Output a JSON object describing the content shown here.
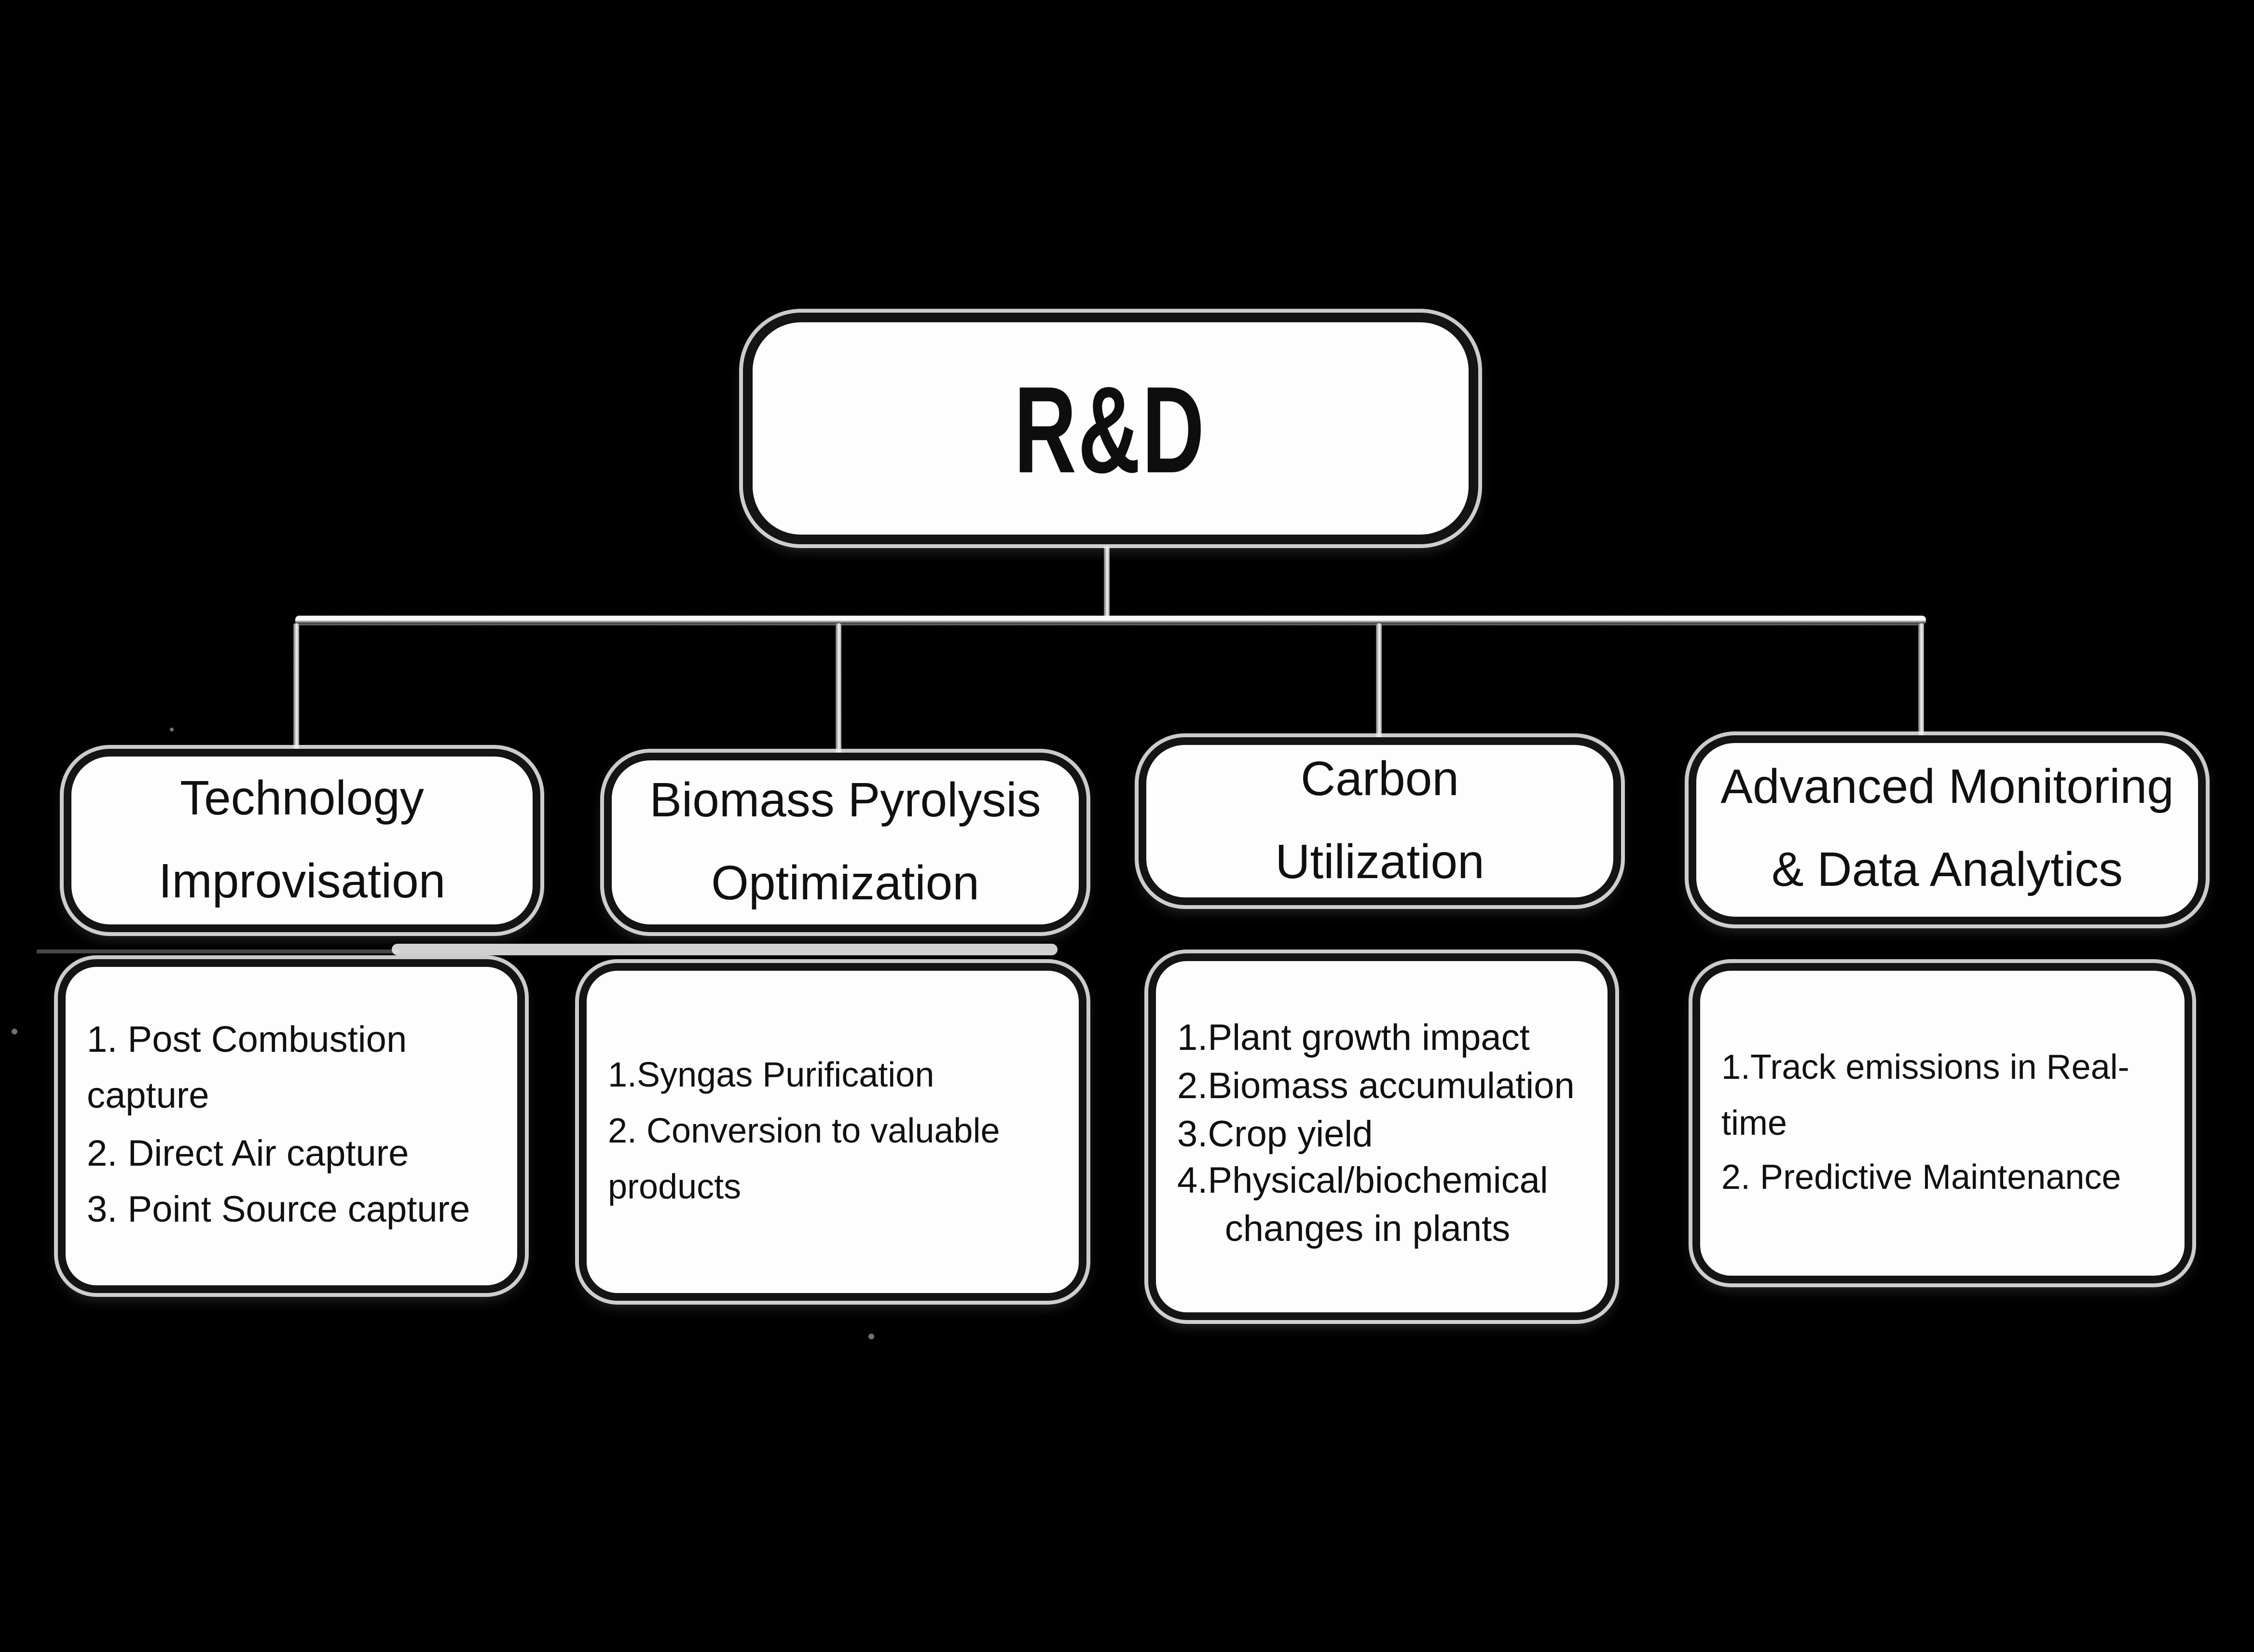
{
  "root": {
    "label": "R&D"
  },
  "branches": [
    {
      "title_line1": "Technology",
      "title_line2": "Improvisation",
      "items": [
        "1. Post Combustion capture",
        "2. Direct Air capture",
        "3. Point Source capture"
      ]
    },
    {
      "title_line1": "Biomass Pyrolysis",
      "title_line2": "Optimization",
      "items": [
        "1.Syngas Purification",
        "2. Conversion to valuable products"
      ]
    },
    {
      "title_line1": "Carbon",
      "title_line2": "Utilization",
      "items": [
        "1.Plant growth impact",
        "2.Biomass accumulation",
        "3.Crop yield",
        "4.Physical/biochemical changes in plants"
      ]
    },
    {
      "title_line1": "Advanced Monitoring",
      "title_line2": "& Data Analytics",
      "items": [
        "1.Track emissions in Real-time",
        "2. Predictive Maintenance"
      ]
    }
  ],
  "colors": {
    "background": "#000000",
    "node_fill": "#fdfdfd",
    "node_border": "#141414",
    "connector": "#c9c9c9",
    "text": "#101010"
  }
}
